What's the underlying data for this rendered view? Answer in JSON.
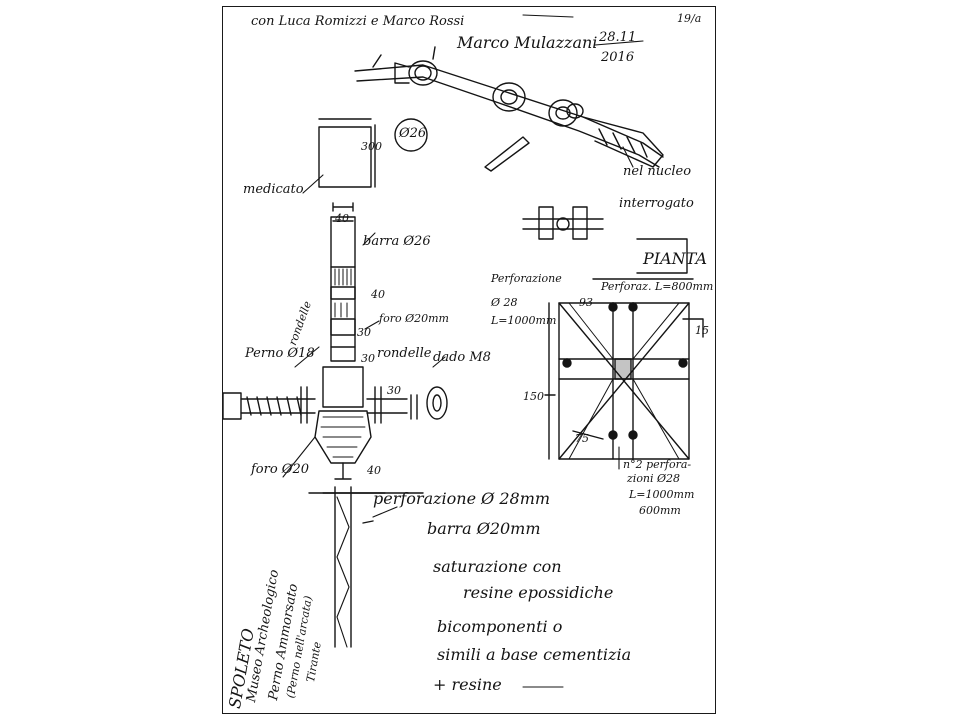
{
  "sketch": {
    "header_note": "con Luca Romizzi e Marco Rossi",
    "page_number": "19/a",
    "signature": "Marco Mulazzani",
    "date_line1": "28.11",
    "date_line2": "2016",
    "labels": {
      "diameter_26": "Ø26",
      "dim_300": "300",
      "medicante": "medicato",
      "dim_40_top": "40",
      "barra_26": "barra Ø26",
      "dim_40_mid": "40",
      "foro_20": "foro Ø20mm",
      "rondelle_left": "rondelle",
      "perno": "Perno Ø18",
      "dim_30_a": "30",
      "dim_30_b": "30",
      "rondelle_right": "rondelle",
      "dado": "dado M8",
      "dim_30_c": "30",
      "foro_bottom": "foro Ø20",
      "dim_40_bottom": "40",
      "perforazione_main": "perforazione Ø 28mm",
      "barra_20": "barra Ø20mm",
      "nel_nucleo": "nel nucleo",
      "nucleo_2": "interrogato",
      "pianta": "PIANTA",
      "perforazione_left_1": "Perforazione",
      "perforazione_left_2": "Ø 28",
      "perforazione_left_3": "L=1000mm",
      "perforazione_top": "Perforaz. L=800mm",
      "dim_93": "93",
      "dim_15": "15",
      "dim_150": "150",
      "dim_75": "75",
      "n_perf_1": "n°2 perfora-",
      "n_perf_2": "zioni Ø28",
      "n_perf_3": "L=1000mm",
      "n_perf_4": "600mm",
      "note_1": "saturazione con",
      "note_2": "resine epossidiche",
      "note_3": "bicomponenti o",
      "note_4": "simili a base cementizia",
      "note_5": "+ resine",
      "side_1": "SPOLETO",
      "side_2": "Museo Archeologico",
      "side_3": "Perno Ammorsato",
      "side_4": "(Perno nell'arcata)",
      "side_5": "Tirante"
    }
  }
}
